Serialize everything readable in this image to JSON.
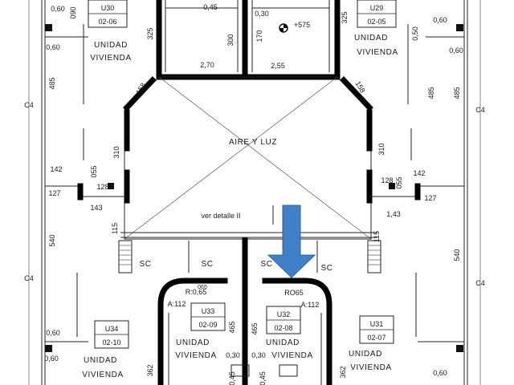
{
  "units": [
    {
      "code": "U30",
      "number": "02-06"
    },
    {
      "code": "U29",
      "number": "02-05"
    },
    {
      "code": "U33",
      "number": "02-09"
    },
    {
      "code": "U32",
      "number": "02-08"
    },
    {
      "code": "U34",
      "number": "02-10"
    },
    {
      "code": "U31",
      "number": "02-07"
    }
  ],
  "unit_type_line1": "UNIDAD",
  "unit_type_line2": "VIVIENDA",
  "unidad_texts": [
    "UNIDAD",
    "UNIDAD",
    "UNIDAD",
    "UNIDAD",
    "UNIDAD",
    "UNIDAD"
  ],
  "vivienda_texts": [
    "VIVIENDA",
    "VIVIENDA",
    "VIVIENDA",
    "VIVIENDA",
    "VIVIENDA",
    "VIVIENDA"
  ],
  "courtyard_label": "AIRE Y LUZ",
  "detail_note": "ver detalle II",
  "sc_labels": [
    "SC",
    "SC",
    "SC",
    "SC"
  ],
  "radius_left": "R:0,65",
  "radius_right": "RO65",
  "arc_left": "A:112",
  "arc_right": "A:112",
  "level_mark": "+575",
  "dimensions": {
    "d045": "0,45",
    "d030a": "0,30",
    "d325a": "325",
    "d325b": "325",
    "d300": "300",
    "d170": "170",
    "d270": "2,70",
    "d255": "2,55",
    "d158a": "158",
    "d158b": "158",
    "d060a": "0,60",
    "d060b": "0,60",
    "d060c": "0,60",
    "d060d": "0,60",
    "d060e": "0,60",
    "d050": "0,50",
    "d485a": "485",
    "d485b": "485",
    "d310a": "310",
    "d310b": "310",
    "d142a": "142",
    "d142b": "142",
    "d127a": "127",
    "d127b": "127",
    "d128a": "128",
    "d128b": "128",
    "d143a": "143",
    "d143b": "1,43",
    "d055a": "055",
    "d055b": "055",
    "d115a": "115",
    "d115b": "115",
    "d540a": "540",
    "d540b": "540",
    "d465a": "465",
    "d465b": "465",
    "d030b": "0,30",
    "d030c": "0,30",
    "d362a": "362",
    "d362b": "362",
    "d045b": "0,45",
    "d045c": "0,45",
    "d060f": "0,60",
    "d060g": "0,60",
    "d090": "090",
    "d485c": "485",
    "d065": "065"
  },
  "left_axis": [
    "C4",
    "C4"
  ],
  "right_axis": [
    "C4",
    "C4"
  ],
  "arrow_color": "#3f80c8"
}
